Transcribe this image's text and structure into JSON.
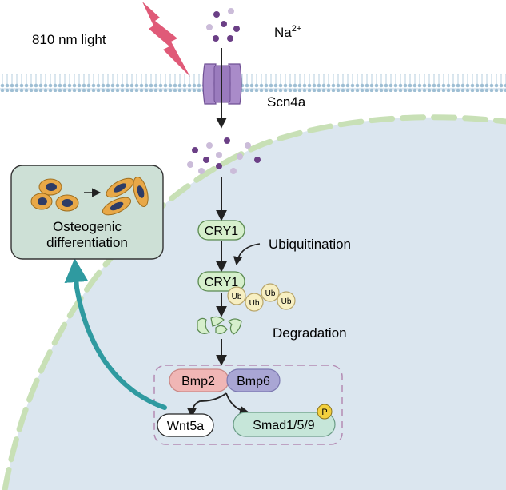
{
  "labels": {
    "light": "810 nm light",
    "ion_base": "Na",
    "ion_sup": "2+",
    "channel": "Scn4a",
    "cry1_top": "CRY1",
    "cry1_mid": "CRY1",
    "ubiquitination": "Ubiquitination",
    "ub": "Ub",
    "degradation": "Degradation",
    "bmp2": "Bmp2",
    "bmp6": "Bmp6",
    "wnt5a": "Wnt5a",
    "smad": "Smad1/5/9",
    "phospho": "P",
    "osteo_line1": "Osteogenic",
    "osteo_line2": "differentiation"
  },
  "colors": {
    "lightning": "#e05a78",
    "channel": "#a98bc9",
    "ion_dark": "#6b3f86",
    "ion_light": "#cbbcd9",
    "cell_fill": "#dde8f1",
    "nucleus_border": "#c5dfb3",
    "cry1_fill": "#d6efcc",
    "ub_fill": "#f7efc2",
    "bmp2_fill": "#f0b6b5",
    "bmp6_fill": "#a9a6d4",
    "smad_fill": "#c6e6d9",
    "phospho_fill": "#f3d03e",
    "osteo_box": "#cde0d6",
    "teal_arrow": "#2f9aa0",
    "dashed_box": "#b48cb4"
  }
}
